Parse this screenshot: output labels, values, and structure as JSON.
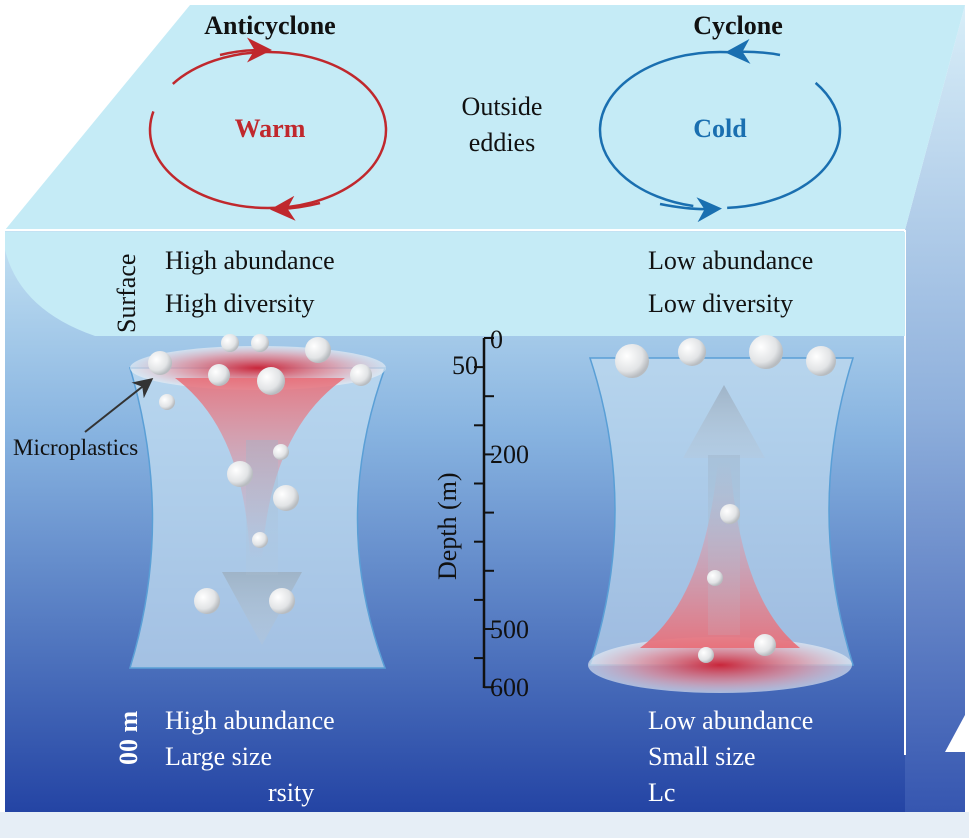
{
  "top": {
    "anticyclone_title": "Anticyclone",
    "anticyclone_label": "Warm",
    "cyclone_title": "Cyclone",
    "cyclone_label": "Cold",
    "outside_line1": "Outside",
    "outside_line2": "eddies"
  },
  "surface": {
    "label": "Surface",
    "left_line1": "High abundance",
    "left_line2": "High diversity",
    "right_line1": "Low abundance",
    "right_line2": "Low diversity"
  },
  "microplastics_label": "Microplastics",
  "depth_axis": {
    "label": "Depth (m)",
    "ticks": [
      "0",
      "50",
      "200",
      "500",
      "600"
    ]
  },
  "bottom": {
    "depth_label": "00 m",
    "left_line1": "High abundance",
    "left_line2": "Large size",
    "left_line3": "rsity",
    "right_line1": "Low abundance",
    "right_line2": "Small size",
    "right_line3": "Lc"
  },
  "colors": {
    "warm": "#c0282d",
    "cold": "#1a6fb0"
  }
}
